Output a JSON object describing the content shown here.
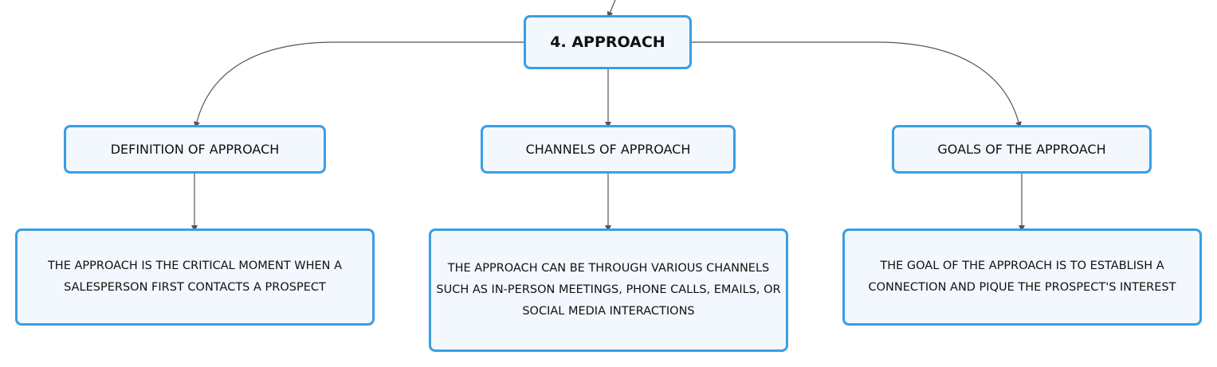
{
  "root": {
    "label": "4. APPROACH"
  },
  "categories": [
    {
      "label": "DEFINITION OF APPROACH",
      "detail": "THE APPROACH IS THE CRITICAL MOMENT WHEN A SALESPERSON FIRST CONTACTS A PROSPECT"
    },
    {
      "label": "CHANNELS OF APPROACH",
      "detail": "THE APPROACH CAN BE THROUGH VARIOUS CHANNELS SUCH AS IN-PERSON MEETINGS, PHONE CALLS, EMAILS, OR SOCIAL MEDIA INTERACTIONS"
    },
    {
      "label": "GOALS OF THE APPROACH",
      "detail": "THE GOAL OF THE APPROACH IS TO ESTABLISH A CONNECTION AND PIQUE THE PROSPECT'S INTEREST"
    }
  ],
  "colors": {
    "node_border": "#3a9ee4",
    "node_fill": "#f2f8fd",
    "connector": "#555555",
    "text": "#111111"
  }
}
